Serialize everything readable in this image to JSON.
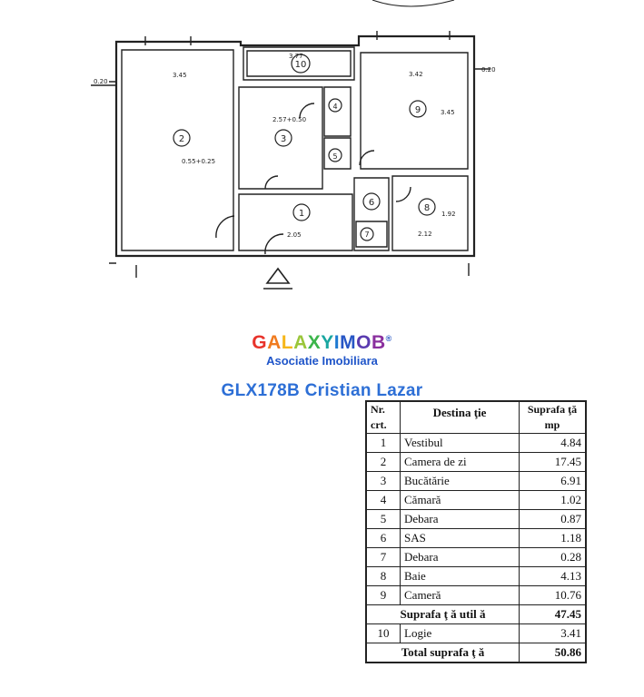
{
  "brand": {
    "letters": [
      "G",
      "A",
      "L",
      "A",
      "X",
      "Y",
      "I",
      "M",
      "O",
      "B"
    ],
    "letter_colors": [
      "#e8332b",
      "#f07b1f",
      "#f6b71b",
      "#9ac63a",
      "#3bb54a",
      "#1aa6a0",
      "#1f7ad1",
      "#2756c5",
      "#5a3bb0",
      "#8a2f9e"
    ],
    "registered": "®",
    "subtitle": "Asociatie Imobiliara"
  },
  "agent_label": "GLX178B Cristian Lazar",
  "plan": {
    "room_numbers": [
      "1",
      "2",
      "3",
      "4",
      "5",
      "6",
      "7",
      "8",
      "9",
      "10"
    ]
  },
  "table": {
    "headers": {
      "nr": "Nr. crt.",
      "nr_line1": "Nr.",
      "nr_line2": "crt.",
      "dest": "Destina ţie",
      "sup_line1": "Suprafa ţă",
      "sup_line2": "mp"
    },
    "rows": [
      {
        "nr": "1",
        "name": "Vestibul",
        "area": "4.84"
      },
      {
        "nr": "2",
        "name": "Camera de zi",
        "area": "17.45"
      },
      {
        "nr": "3",
        "name": "Bucătărie",
        "area": "6.91"
      },
      {
        "nr": "4",
        "name": "Cămară",
        "area": "1.02"
      },
      {
        "nr": "5",
        "name": "Debara",
        "area": "0.87"
      },
      {
        "nr": "6",
        "name": "SAS",
        "area": "1.18"
      },
      {
        "nr": "7",
        "name": "Debara",
        "area": "0.28"
      },
      {
        "nr": "8",
        "name": "Baie",
        "area": "4.13"
      },
      {
        "nr": "9",
        "name": "Cameră",
        "area": "10.76"
      }
    ],
    "useful": {
      "label": "Suprafa ţ ă util ă",
      "area": "47.45"
    },
    "logie": {
      "nr": "10",
      "name": "Logie",
      "area": "3.41"
    },
    "total": {
      "label": "Total suprafa ţ ă",
      "area": "50.86"
    }
  }
}
